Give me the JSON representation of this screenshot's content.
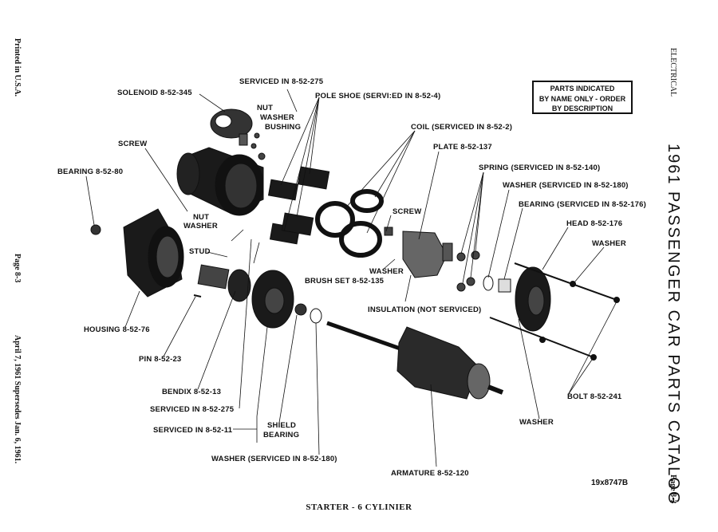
{
  "left_margin": {
    "printed": "Printed in U.S.A.",
    "page": "Page 8-3",
    "date": "April 7, 1961 Supersedes Jan. 6, 1961."
  },
  "right_margin": {
    "section": "ELECTRICAL",
    "catalog": "1961 PASSENGER CAR PARTS CATALOG",
    "page": "Page 8-3"
  },
  "notice": {
    "line1": "PARTS INDICATED",
    "line2": "BY NAME ONLY - ORDER",
    "line3": "BY DESCRIPTION"
  },
  "labels": {
    "serviced_8_52_275_top": "SERVICED IN 8-52-275",
    "solenoid": "SOLENOID 8-52-345",
    "pole_shoe": "POLE SHOE (SERVI:ED IN 8-52-4)",
    "nut_top": "NUT",
    "washer_top": "WASHER",
    "bushing": "BUSHING",
    "coil": "COIL (SERVICED IN 8-52-2)",
    "plate": "PLATE 8-52-137",
    "screw_left": "SCREW",
    "bearing": "BEARING 8-52-80",
    "spring": "SPRING (SERVICED IN 8-52-140)",
    "washer_180": "WASHER (SERVICED IN 8-52-180)",
    "bearing_176": "BEARING (SERVICED IN 8-52-176)",
    "screw_mid": "SCREW",
    "head": "HEAD 8-52-176",
    "washer_right": "WASHER",
    "nut_mid": "NUT",
    "washer_mid": "WASHER",
    "stud": "STUD",
    "washer_brush": "WASHER",
    "brush_set": "BRUSH SET 8-52-135",
    "insulation": "INSULATION (NOT SERVICED)",
    "housing": "HOUSING 8-52-76",
    "pin": "PIN 8-52-23",
    "bendix": "BENDIX 8-52-13",
    "serviced_8_52_275_bottom": "SERVICED IN 8-52-275",
    "serviced_8_52_11": "SERVICED IN 8-52-11",
    "shield": "SHIELD",
    "bearing_small": "BEARING",
    "washer_bottom": "WASHER (SERVICED IN 8-52-180)",
    "bolt": "BOLT 8-52-241",
    "washer_bolt": "WASHER",
    "armature": "АRMATURE 8-52-120"
  },
  "drawing_number": "19x8747B",
  "caption": "STARTER - 6 CYLINIER"
}
